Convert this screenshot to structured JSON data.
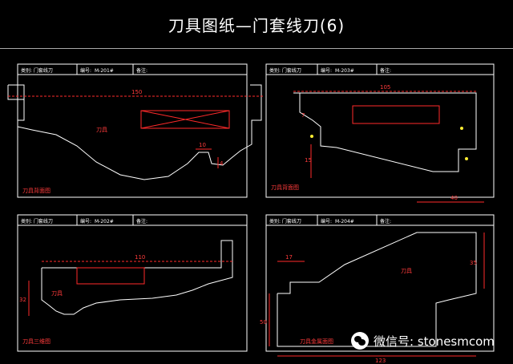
{
  "title": "刀具图纸—门套线刀(6)",
  "watermark": {
    "text": "微信号: stonesmcom",
    "icon": "wechat-icon"
  },
  "colors": {
    "background": "#000000",
    "line": "#ffffff",
    "dim": "#ff2a2a",
    "label": "#ff3b3b",
    "yellow": "#ffee33"
  },
  "drawings": [
    {
      "header": {
        "category": "类别: 门套线刀",
        "number_label": "编号:",
        "number": "M-201#",
        "note_label": "备注:"
      },
      "label": "刀具",
      "dims": [
        "150",
        "10",
        "4"
      ],
      "footer": "刀具背面图"
    },
    {
      "header": {
        "category": "类别: 门套线刀",
        "number_label": "编号:",
        "number": "M-203#",
        "note_label": "备注:"
      },
      "label": "",
      "dims": [
        "105",
        "7",
        "15"
      ],
      "footer": "刀具背面图"
    },
    {
      "header": {
        "category": "类别: 门套线刀",
        "number_label": "编号:",
        "number": "M-202#",
        "note_label": "备注:"
      },
      "label": "刀具",
      "dims": [
        "110",
        "32"
      ],
      "footer": "刀具三维图"
    },
    {
      "header": {
        "category": "类别: 门套线刀",
        "number_label": "编号:",
        "number": "M-204#",
        "note_label": "备注:"
      },
      "label": "刀具",
      "dims": [
        "40",
        "17",
        "35",
        "50",
        "123"
      ],
      "footer": "刀具金属面图"
    }
  ]
}
